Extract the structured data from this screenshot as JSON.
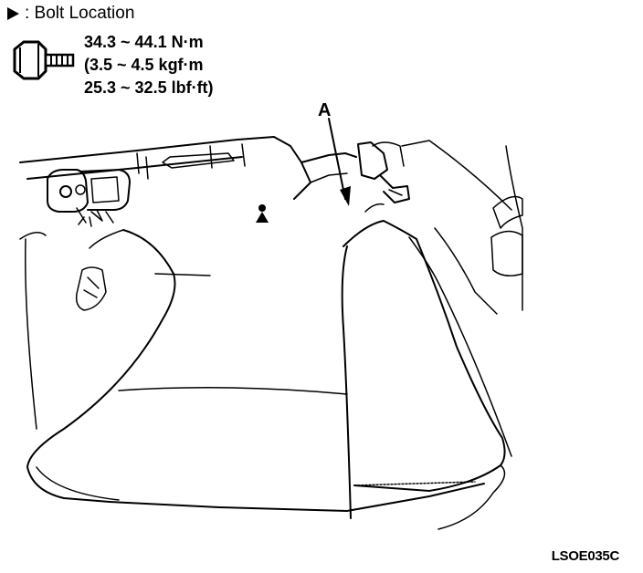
{
  "legend": {
    "text": ": Bolt Location",
    "icon": "bolt-location-triangle"
  },
  "torque": {
    "line1": "34.3 ~ 44.1 N·m",
    "line2": "(3.5 ~ 4.5 kgf·m",
    "line3": "25.3 ~ 32.5 lbf·ft)"
  },
  "callout": {
    "label": "A"
  },
  "figure_code": "LSOE035C"
}
